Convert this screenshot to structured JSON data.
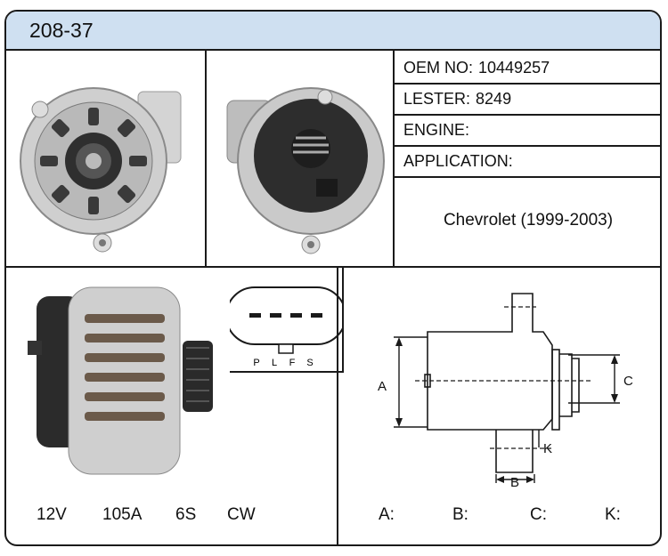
{
  "part_number": "208-37",
  "specs_table": {
    "oem_no": {
      "label": "OEM NO:",
      "value": "10449257"
    },
    "lester": {
      "label": "LESTER:",
      "value": "8249"
    },
    "engine": {
      "label": "ENGINE:",
      "value": ""
    },
    "application": {
      "label": "APPLICATION:",
      "value": "Chevrolet (1999-2003)"
    }
  },
  "connector": {
    "pins": [
      "P",
      "L",
      "F",
      "S"
    ]
  },
  "ratings": {
    "voltage": "12V",
    "amperage": "105A",
    "pulley": "6S",
    "rotation": "CW"
  },
  "dimensions": {
    "labels": {
      "a": "A:",
      "b": "B:",
      "c": "C:",
      "k": "K:"
    },
    "diagram_letters": {
      "a": "A",
      "b": "B",
      "c": "C",
      "k": "K"
    }
  },
  "colors": {
    "header_bg": "#cfe0f1",
    "border": "#1a1a1a",
    "metal": "#c9c9c9",
    "dark": "#2b2b2b"
  }
}
